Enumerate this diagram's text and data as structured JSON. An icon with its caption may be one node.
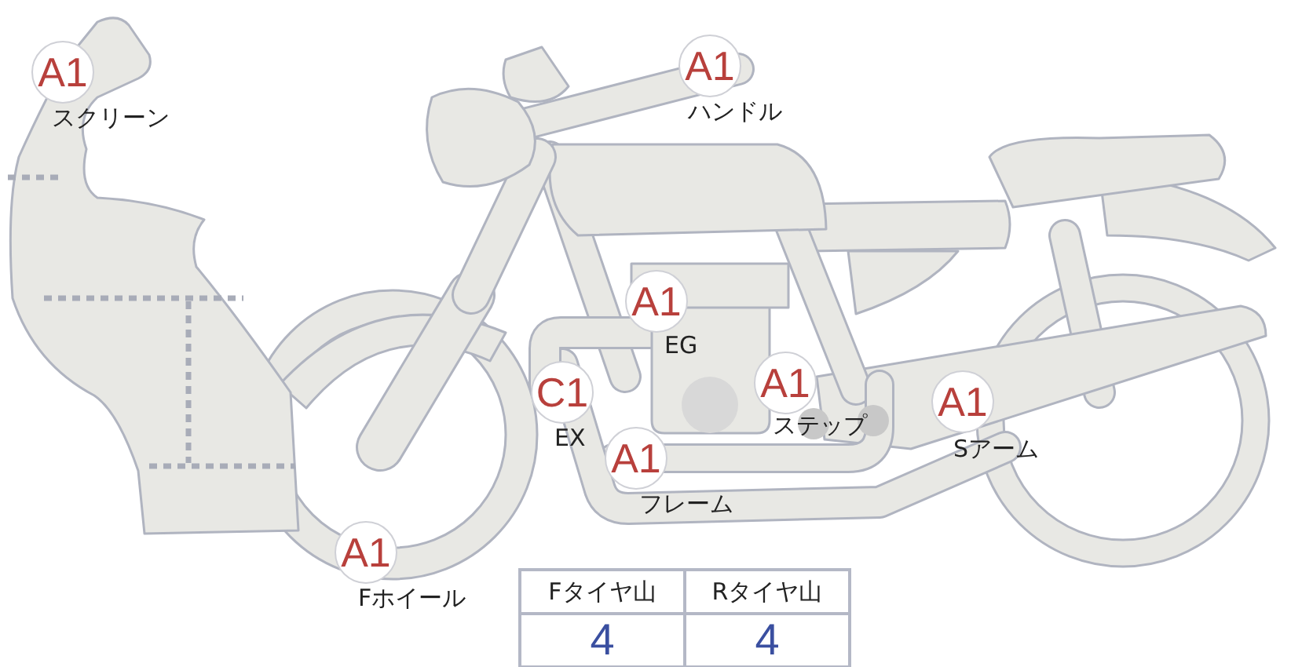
{
  "diagram": {
    "nodes": [
      {
        "text": [
          "A1"
        ],
        "beside": [
          "スクリーン"
        ]
      },
      {
        "text": [
          "A1"
        ],
        "beside": [
          "ハンドル"
        ]
      },
      {
        "text": [
          "A1"
        ],
        "beside": [
          "EG"
        ]
      },
      {
        "text": [
          "C1"
        ],
        "beside": [
          "EX"
        ]
      },
      {
        "text": [
          "A1"
        ],
        "beside": [
          "ステップ"
        ]
      },
      {
        "text": [
          "A1"
        ],
        "beside": [
          "Sアーム"
        ]
      },
      {
        "text": [
          "A1"
        ],
        "beside": [
          "フレーム"
        ]
      },
      {
        "text": [
          "A1"
        ],
        "beside": [
          "Fホイール"
        ]
      }
    ],
    "labels": [
      "Fタイヤ山",
      "Rタイヤ山",
      "4",
      "4"
    ]
  }
}
